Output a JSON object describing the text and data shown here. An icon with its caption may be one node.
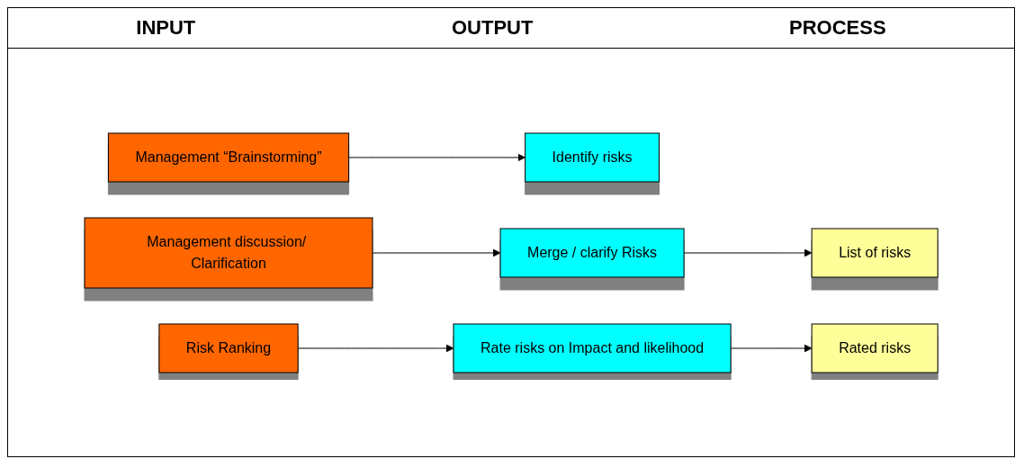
{
  "diagram": {
    "nodes": [
      {
        "text": [
          "Management “Brainstorming”"
        ]
      },
      {
        "text": [
          "Identify risks"
        ]
      },
      {
        "text": [
          "Management discussion/ Clarification"
        ]
      },
      {
        "text": [
          "Merge / clarify Risks"
        ]
      },
      {
        "text": [
          "List of risks"
        ]
      },
      {
        "text": [
          "Risk Ranking"
        ]
      },
      {
        "text": [
          "Rate risks on Impact and likelihood"
        ]
      },
      {
        "text": [
          "Rated risks"
        ]
      }
    ],
    "edges": [
      {
        "from": 0,
        "to": 1,
        "arrow": "to"
      },
      {
        "from": 2,
        "to": 3,
        "arrow": "to"
      },
      {
        "from": 3,
        "to": 4,
        "arrow": "to"
      },
      {
        "from": 5,
        "to": 6,
        "arrow": "to"
      },
      {
        "from": 6,
        "to": 7,
        "arrow": "to"
      }
    ],
    "labels": [
      "INPUT",
      "OUTPUT",
      "PROCESS"
    ]
  }
}
